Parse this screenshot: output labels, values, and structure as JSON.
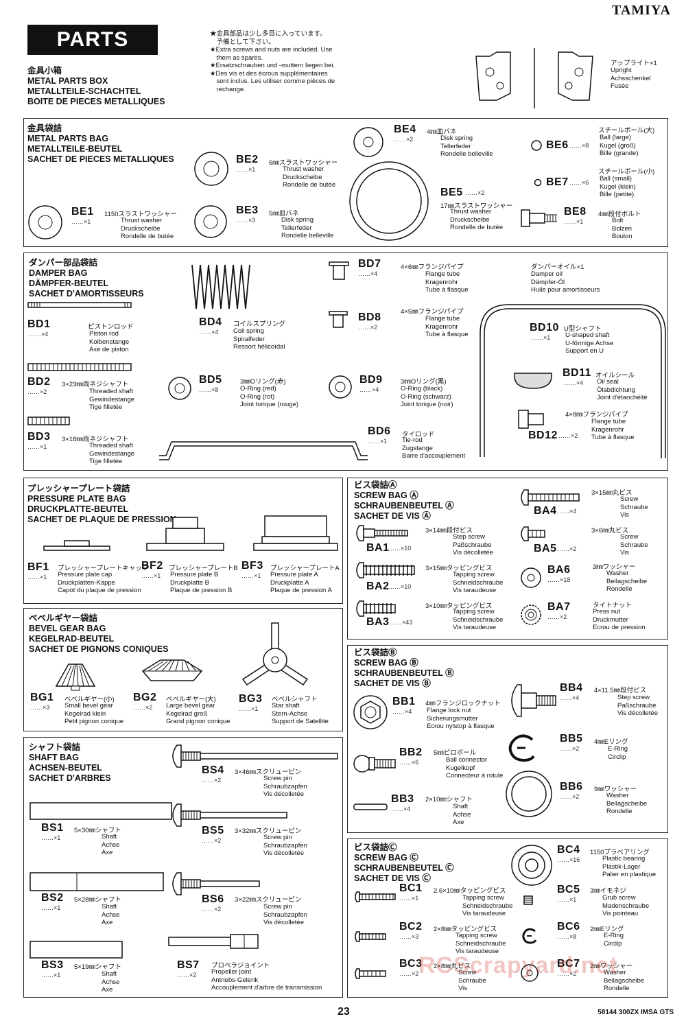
{
  "brand": "TAMIYA",
  "page_number": "23",
  "footer": "58144 300ZX IMSA GTS",
  "watermark": "RCScrapyard.net",
  "parts_title": "PARTS",
  "spare_note": "★金具部品は少し多目に入っています。\n　予備として下さい。\n★Extra screws and nuts are included. Use\n　them as spares.\n★Ersatzschrauben und -muttern liegen bei.\n★Des vis et des écrous supplémentaires\n　sont inclus. Les utiliser comme pièces de\n　rechange.",
  "sections": {
    "metal_box": {
      "title": "金具小箱\nMETAL PARTS BOX\nMETALLTEILE-SCHACHTEL\nBOITE DE PIECES METALLIQUES"
    },
    "metal_bag": {
      "title": "金具袋詰\nMETAL PARTS BAG\nMETALLTEILE-BEUTEL\nSACHET DE PIECES METALLIQUES"
    },
    "damper_bag": {
      "title": "ダンパー部品袋詰\nDAMPER BAG\nDÄMPFER-BEUTEL\nSACHET D'AMORTISSEURS"
    },
    "pressure_bag": {
      "title": "プレッシャープレート袋詰\nPRESSURE PLATE BAG\nDRUCKPLATTE-BEUTEL\nSACHET DE PLAQUE DE PRESSION"
    },
    "bevel_bag": {
      "title": "ベベルギヤー袋詰\nBEVEL GEAR BAG\nKEGELRAD-BEUTEL\nSACHET DE PIGNONS CONIQUES"
    },
    "shaft_bag": {
      "title": "シャフト袋詰\nSHAFT BAG\nACHSEN-BEUTEL\nSACHET D'ARBRES"
    },
    "screw_a": {
      "title": "ビス袋詰Ⓐ\nSCREW BAG Ⓐ\nSCHRAUBENBEUTEL Ⓐ\nSACHET DE VIS Ⓐ"
    },
    "screw_b": {
      "title": "ビス袋詰Ⓑ\nSCREW BAG Ⓑ\nSCHRAUBENBEUTEL Ⓑ\nSACHET DE VIS Ⓑ"
    },
    "screw_c": {
      "title": "ビス袋詰Ⓒ\nSCREW BAG Ⓒ\nSCHRAUBENBEUTEL Ⓒ\nSACHET DE VIS Ⓒ"
    }
  },
  "parts": {
    "upright": {
      "code": "",
      "qty": "",
      "spec": "アップライト×1",
      "names": "Upright\nAchsschenkel\nFusée"
    },
    "BE4": {
      "code": "BE4",
      "qty": "……×2",
      "spec": "4㎜皿バネ",
      "names": "Disk spring\nTellerfeder\nRondelle belleville"
    },
    "BE6": {
      "code": "BE6",
      "qty": "……×8",
      "spec": "スチールボール(大)",
      "names": "Ball (large)\nKugel (groß)\nBille (grande)"
    },
    "BE2": {
      "code": "BE2",
      "qty": "……×1",
      "spec": "6㎜スラストワッシャー",
      "names": "Thrust washer\nDruckscheibe\nRondelle de butée"
    },
    "BE7": {
      "code": "BE7",
      "qty": "……×6",
      "spec": "スチールボール(小)",
      "names": "Ball (small)\nKugel (klein)\nBille (petite)"
    },
    "BE5": {
      "code": "BE5",
      "qty": "……×2",
      "spec": "17㎜スラストワッシャー",
      "names": "Thrust washer\nDruckscheibe\nRondelle de butée"
    },
    "BE1": {
      "code": "BE1",
      "qty": "……×1",
      "spec": "1150スラストワッシャー",
      "names": "Thrust washer\nDruckscheibe\nRondelle de butée"
    },
    "BE3": {
      "code": "BE3",
      "qty": "……×3",
      "spec": "5㎜皿バネ",
      "names": "Disk spring\nTellerfeder\nRondelle belleville"
    },
    "BE8": {
      "code": "BE8",
      "qty": "……×1",
      "spec": "4㎜段付ボルト",
      "names": "Bolt\nBolzen\nBoulon"
    },
    "BD7": {
      "code": "BD7",
      "qty": "……×4",
      "spec": "4×6㎜フランジパイプ",
      "names": "Flange tube\nKragenrohr\nTube à flasque"
    },
    "oil": {
      "code": "",
      "qty": "",
      "spec": "ダンパーオイル×1",
      "names": "Damper oil\nDämpfer-Öl\nHuile pour amortisseurs"
    },
    "BD1": {
      "code": "BD1",
      "qty": "……×4",
      "spec": "ピストンロッド",
      "names": "Piston rod\nKolbenstange\nAxe de piston"
    },
    "BD4": {
      "code": "BD4",
      "qty": "……×4",
      "spec": "コイルスプリング",
      "names": "Coil spring\nSpiralfeder\nRessort hélicoïdal"
    },
    "BD8": {
      "code": "BD8",
      "qty": "……×2",
      "spec": "4×5㎜フランジパイプ",
      "names": "Flange tube\nKragenrohr\nTube à flasque"
    },
    "BD10": {
      "code": "BD10",
      "qty": "……×1",
      "spec": "U型シャフト",
      "names": "U-shaped shaft\nU-förmige Achse\nSupport en U"
    },
    "BD11": {
      "code": "BD11",
      "qty": "……×4",
      "spec": "オイルシール",
      "names": "Oil seal\nÖlabdichtung\nJoint d'étanchéité"
    },
    "BD2": {
      "code": "BD2",
      "qty": "……×2",
      "spec": "3×23㎜両ネジシャフト",
      "names": "Threaded shaft\nGewindestange\nTige filletée"
    },
    "BD5": {
      "code": "BD5",
      "qty": "……×8",
      "spec": "3㎜Oリング(赤)",
      "names": "O-Ring (red)\nO-Ring (rot)\nJoint torique (rouge)"
    },
    "BD9": {
      "code": "BD9",
      "qty": "……×4",
      "spec": "3㎜Oリング(黒)",
      "names": "O-Ring (black)\nO-Ring (schwarz)\nJoint torique (noir)"
    },
    "BD12": {
      "code": "BD12",
      "qty": "……×2",
      "spec": "4×8㎜フランジパイプ",
      "names": "Flange tube\nKragenrohr\nTube à flasque"
    },
    "BD3": {
      "code": "BD3",
      "qty": "……×1",
      "spec": "3×18㎜両ネジシャフト",
      "names": "Threaded shaft\nGewindestange\nTige filletée"
    },
    "BD6": {
      "code": "BD6",
      "qty": "……×1",
      "spec": "タイロッド",
      "names": "Tie-rod\nZugstange\nBarre d'accouplement"
    },
    "BF1": {
      "code": "BF1",
      "qty": "……×1",
      "spec": "プレッシャープレートキャップ",
      "names": "Pressure plate cap\nDruckplatten-Kappe\nCapot du plaque de pression"
    },
    "BF2": {
      "code": "BF2",
      "qty": "……×1",
      "spec": "プレッシャープレートB",
      "names": "Pressure plate B\nDruckplatte B\nPlaque de pression B"
    },
    "BF3": {
      "code": "BF3",
      "qty": "……×1",
      "spec": "プレッシャープレートA",
      "names": "Pressure plate A\nDruckplatte A\nPlaque de pression A"
    },
    "BG1": {
      "code": "BG1",
      "qty": "……×3",
      "spec": "ベベルギヤー(小)",
      "names": "Small bevel gear\nKegelrad klein\nPetit pignon conique"
    },
    "BG2": {
      "code": "BG2",
      "qty": "……×2",
      "spec": "ベベルギヤー(大)",
      "names": "Large bevel gear\nKegelrad groß\nGrand pignon conique"
    },
    "BG3": {
      "code": "BG3",
      "qty": "……×1",
      "spec": "ベベルシャフト",
      "names": "Star shaft\nStern-Achse\nSupport de Satellite"
    },
    "BS4": {
      "code": "BS4",
      "qty": "……×2",
      "spec": "3×46㎜スクリューピン",
      "names": "Screw pin\nSchraubzapfen\nVis décolletée"
    },
    "BS1": {
      "code": "BS1",
      "qty": "……×1",
      "spec": "5×30㎜シャフト",
      "names": "Shaft\nAchse\nAxe"
    },
    "BS5": {
      "code": "BS5",
      "qty": "……×2",
      "spec": "3×32㎜スクリューピン",
      "names": "Screw pin\nSchraubzapfen\nVis décolletée"
    },
    "BS2": {
      "code": "BS2",
      "qty": "……×1",
      "spec": "5×28㎜シャフト",
      "names": "Shaft\nAchse\nAxe"
    },
    "BS6": {
      "code": "BS6",
      "qty": "……×2",
      "spec": "3×22㎜スクリューピン",
      "names": "Screw pin\nSchraubzapfen\nVis décolletée"
    },
    "BS3": {
      "code": "BS3",
      "qty": "……×1",
      "spec": "5×19㎜シャフト",
      "names": "Shaft\nAchse\nAxe"
    },
    "BS7": {
      "code": "BS7",
      "qty": "……×2",
      "spec": "プロペラジョイント",
      "names": "Propeller joint\nAntriebs-Gelenk\nAccouplement d'arbre de transmission"
    },
    "BA4": {
      "code": "BA4",
      "qty": "……×4",
      "spec": "3×15㎜丸ビス",
      "names": "Screw\nSchraube\nVis"
    },
    "BA1": {
      "code": "BA1",
      "qty": "……×10",
      "spec": "3×14㎜段付ビス",
      "names": "Step screw\nPaßschraube\nVis décolletée"
    },
    "BA5": {
      "code": "BA5",
      "qty": "……×2",
      "spec": "3×6㎜丸ビス",
      "names": "Screw\nSchraube\nVis"
    },
    "BA2": {
      "code": "BA2",
      "qty": "……×10",
      "spec": "3×15㎜タッピングビス",
      "names": "Tapping screw\nSchneidschraube\nVis taraudeuse"
    },
    "BA6": {
      "code": "BA6",
      "qty": "……×18",
      "spec": "3㎜ワッシャー",
      "names": "Washer\nBeilagscheibe\nRondelle"
    },
    "BA3": {
      "code": "BA3",
      "qty": "……×43",
      "spec": "3×10㎜タッピングビス",
      "names": "Tapping screw\nSchneidschraube\nVis taraudeuse"
    },
    "BA7": {
      "code": "BA7",
      "qty": "……×2",
      "spec": "タイトナット",
      "names": "Press nut\nDruckmutter\nEcrou de pression"
    },
    "BB1": {
      "code": "BB1",
      "qty": "……×4",
      "spec": "4㎜フランジロックナット",
      "names": "Flange lock nut\nSicherungsmutter\nEcrou nylstop à flasque"
    },
    "BB4": {
      "code": "BB4",
      "qty": "……×4",
      "spec": "4×11.5㎜段付ビス",
      "names": "Step screw\nPaßschraube\nVis décolletée"
    },
    "BB2": {
      "code": "BB2",
      "qty": "……×6",
      "spec": "5㎜ピロボール",
      "names": "Ball connector\nKugelkopf\nConnecteur à rotule"
    },
    "BB5": {
      "code": "BB5",
      "qty": "……×2",
      "spec": "4㎜Eリング",
      "names": "E-Ring\nCirclip"
    },
    "BB3": {
      "code": "BB3",
      "qty": "……×4",
      "spec": "2×10㎜シャフト",
      "names": "Shaft\nAchse\nAxe"
    },
    "BB6": {
      "code": "BB6",
      "qty": "……×2",
      "spec": "9㎜ワッシャー",
      "names": "Washer\nBeilagscheibe\nRondelle"
    },
    "BC4": {
      "code": "BC4",
      "qty": "……×16",
      "spec": "1150プラベアリング",
      "names": "Plastic bearing\nPlastik-Lager\nPalier en plastique"
    },
    "BC1": {
      "code": "BC1",
      "qty": "……×1",
      "spec": "2.6×10㎜タッピングビス",
      "names": "Tapping screw\nSchneidschraube\nVis taraudeuse"
    },
    "BC5": {
      "code": "BC5",
      "qty": "……×1",
      "spec": "3㎜イモネジ",
      "names": "Grub screw\nMadenschraube\nVis pointeau"
    },
    "BC2": {
      "code": "BC2",
      "qty": "……×3",
      "spec": "2×8㎜タッピングビス",
      "names": "Tapping screw\nSchneidschraube\nVis taraudeuse"
    },
    "BC6": {
      "code": "BC6",
      "qty": "……×8",
      "spec": "2㎜Eリング",
      "names": "E-Ring\nCirclip"
    },
    "BC3": {
      "code": "BC3",
      "qty": "……×2",
      "spec": "2×8㎜丸ビス",
      "names": "Screw\nSchraube\nVis"
    },
    "BC7": {
      "code": "BC7",
      "qty": "……×2",
      "spec": "2㎜ワッシャー",
      "names": "Washer\nBeilagscheibe\nRondelle"
    }
  }
}
